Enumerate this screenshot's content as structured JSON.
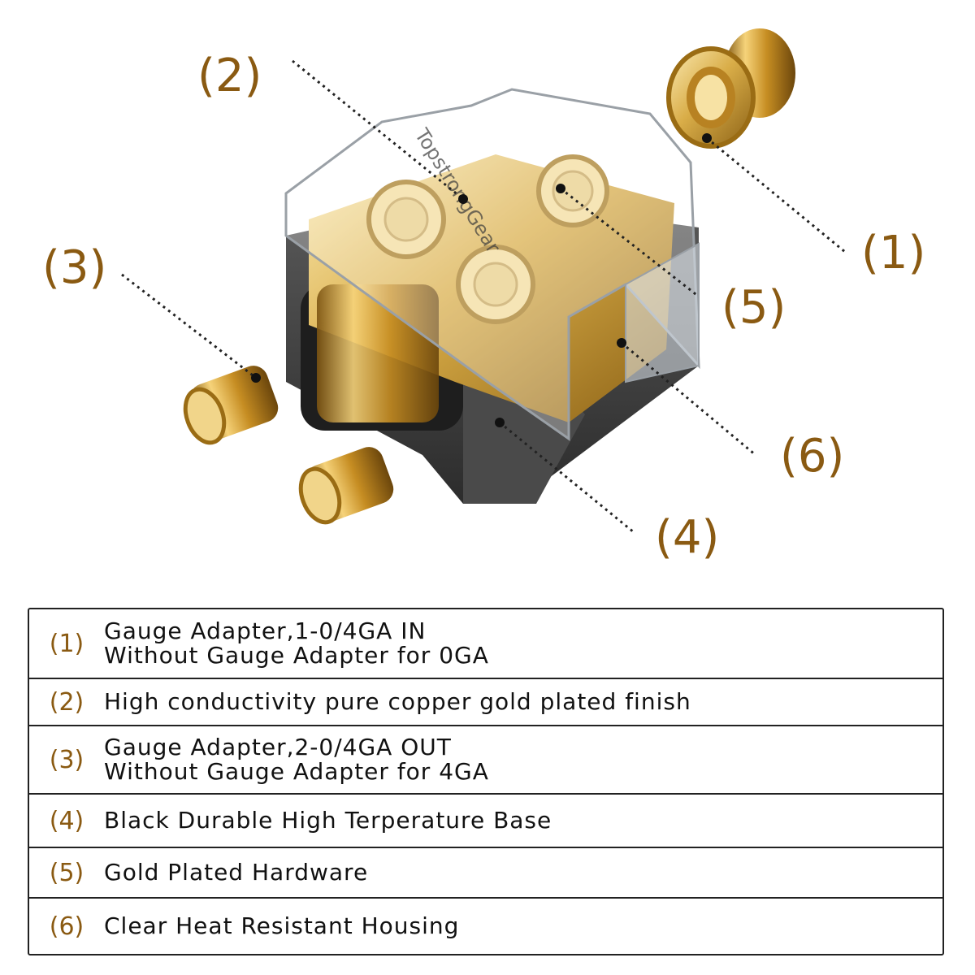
{
  "brand_mark": "TopstrongGear",
  "callouts": [
    {
      "id": "1",
      "label": "(1)"
    },
    {
      "id": "2",
      "label": "(2)"
    },
    {
      "id": "3",
      "label": "(3)"
    },
    {
      "id": "4",
      "label": "(4)"
    },
    {
      "id": "5",
      "label": "(5)"
    },
    {
      "id": "6",
      "label": "(6)"
    }
  ],
  "spec_table": [
    {
      "num": "(1)",
      "lines": [
        "Gauge Adapter,1-0/4GA IN",
        "Without Gauge Adapter for 0GA"
      ]
    },
    {
      "num": "(2)",
      "lines": [
        "High conductivity pure copper gold plated finish"
      ]
    },
    {
      "num": "(3)",
      "lines": [
        "Gauge Adapter,2-0/4GA OUT",
        "Without Gauge Adapter for 4GA"
      ]
    },
    {
      "num": "(4)",
      "lines": [
        "Black Durable High Terperature Base"
      ]
    },
    {
      "num": "(5)",
      "lines": [
        "Gold Plated Hardware"
      ]
    },
    {
      "num": "(6)",
      "lines": [
        "Clear Heat Resistant Housing"
      ]
    }
  ],
  "colors": {
    "label": "#8a5a12",
    "gold": "#d4a83a",
    "base": "#3a3a3a"
  }
}
